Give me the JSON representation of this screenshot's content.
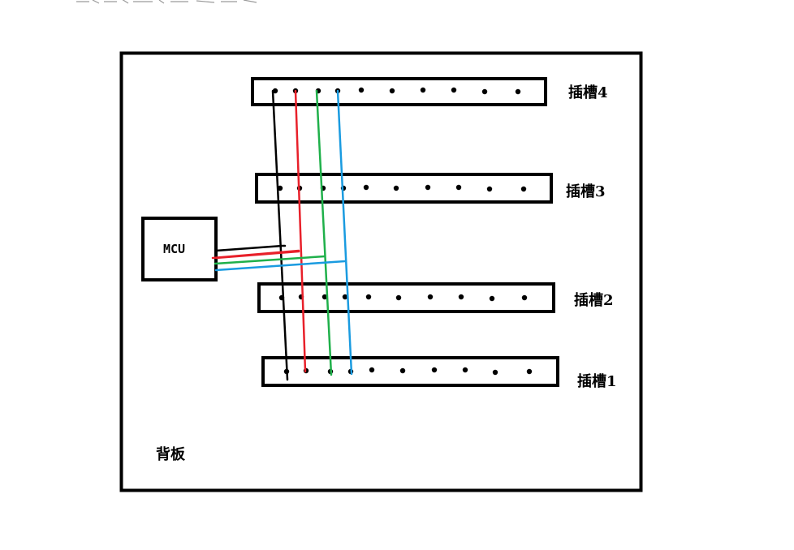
{
  "backplane": {
    "label": "背板"
  },
  "mcu": {
    "label": "MCU"
  },
  "slots": [
    {
      "label": "插槽4"
    },
    {
      "label": "插槽3"
    },
    {
      "label": "插槽2"
    },
    {
      "label": "插槽1"
    }
  ],
  "wire_colors": {
    "black": "#000000",
    "red": "#e8202a",
    "green": "#1fb04a",
    "blue": "#1a9be0"
  }
}
